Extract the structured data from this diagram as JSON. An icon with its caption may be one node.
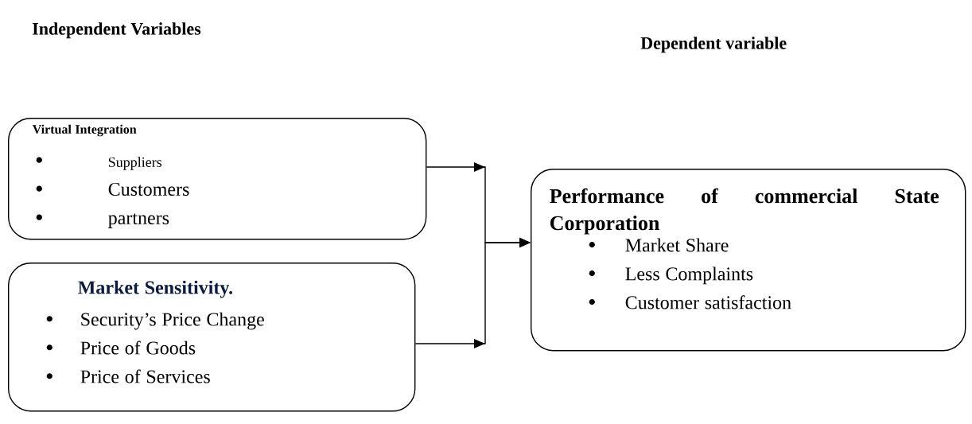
{
  "diagram": {
    "nodes": [
      {
        "text": [
          "Virtual Integration",
          "Suppliers",
          "Customers",
          "partners"
        ]
      },
      {
        "text": [
          "**Market Sensitivity**.",
          "Security’s Price Change",
          "Price of Goods",
          "Price of Services"
        ]
      },
      {
        "text": [
          "Performance of commercial State Corporation",
          "Market Share",
          "Less Complaints",
          "Customer satisfaction"
        ]
      }
    ],
    "edges": [
      {
        "from": 0,
        "to": 2,
        "arrow": "to"
      },
      {
        "from": 1,
        "to": 2,
        "arrow": "to"
      }
    ],
    "labels": [
      "Independent Variables",
      "Dependent variable"
    ]
  }
}
